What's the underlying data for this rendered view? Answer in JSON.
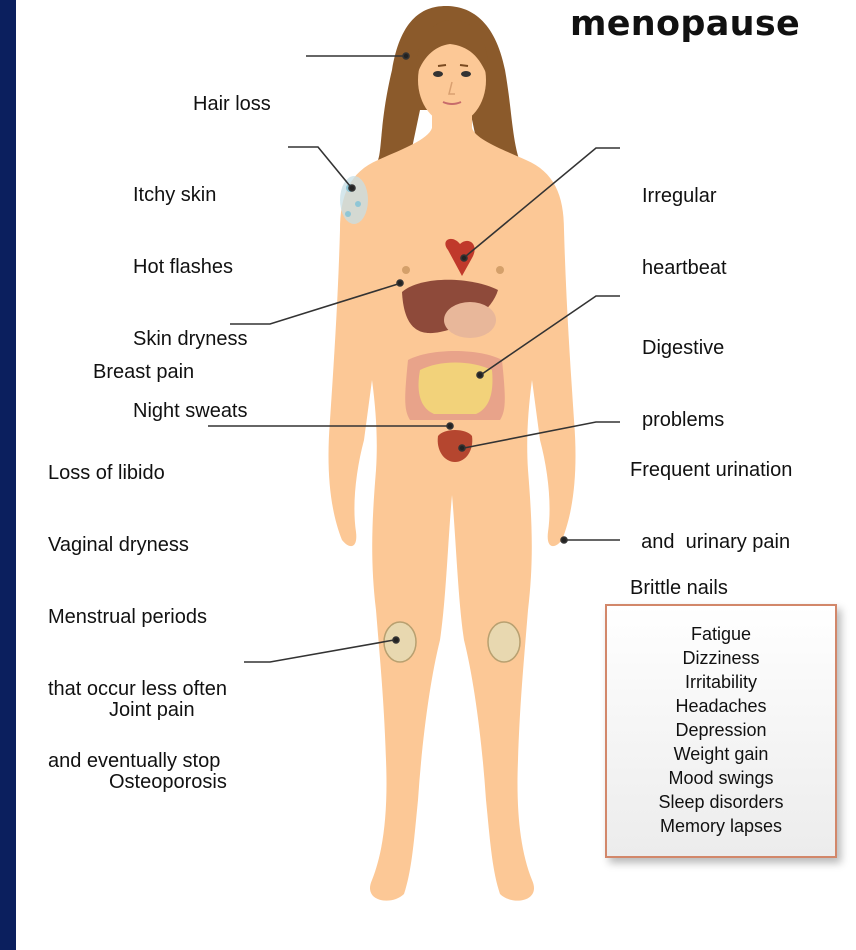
{
  "title": "menopause",
  "callouts": {
    "hair_loss": [
      "Hair loss"
    ],
    "skin": [
      "Itchy skin",
      "Hot flashes",
      "Skin dryness",
      "Night sweats"
    ],
    "breast": [
      "Breast pain"
    ],
    "libido": [
      "Loss of libido",
      "Vaginal dryness",
      "Menstrual periods",
      "that occur less often",
      "and eventually stop"
    ],
    "joint": [
      "Joint pain",
      "Osteoporosis"
    ],
    "heart": [
      "Irregular",
      "heartbeat"
    ],
    "digestive": [
      "Digestive",
      "problems"
    ],
    "urination": [
      "Frequent urination",
      "  and  urinary pain"
    ],
    "nails": [
      "Brittle nails"
    ]
  },
  "symptom_box": [
    "Fatigue",
    "Dizziness",
    "Irritability",
    "Headaches",
    "Depression",
    "Weight gain",
    "Mood swings",
    "Sleep disorders",
    "Memory lapses"
  ],
  "colors": {
    "frame_band": "#0b1f5e",
    "skin": "#fcc896",
    "hair": "#8b5a2b",
    "leader_lines": "#333333",
    "box_border": "#d2876a"
  }
}
